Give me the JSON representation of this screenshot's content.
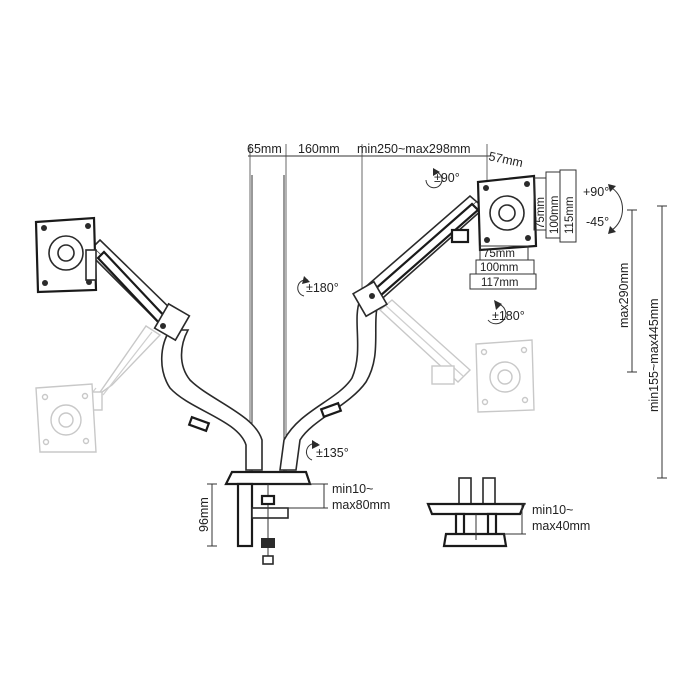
{
  "dimensions": {
    "pole_to_left": "65mm",
    "pole_to_right": "160mm",
    "arm_reach": "min250~max298mm",
    "head_offset": "57mm",
    "vesa_h_75": "75mm",
    "vesa_h_100": "100mm",
    "vesa_h_115": "115mm",
    "vesa_w_75": "75mm",
    "vesa_w_100": "100mm",
    "vesa_w_117": "117mm",
    "height_max": "max290mm",
    "height_range": "min155~max445mm",
    "clamp_height": "96mm",
    "clamp_range_line1": "min10~",
    "clamp_range_line2": "max80mm",
    "grommet_range_line1": "min10~",
    "grommet_range_line2": "max40mm"
  },
  "rotations": {
    "pan_head": "±90°",
    "swivel_upper": "±180°",
    "swivel_right": "±180°",
    "swivel_base": "±135°",
    "tilt_up": "+90°",
    "tilt_down": "-45°"
  }
}
